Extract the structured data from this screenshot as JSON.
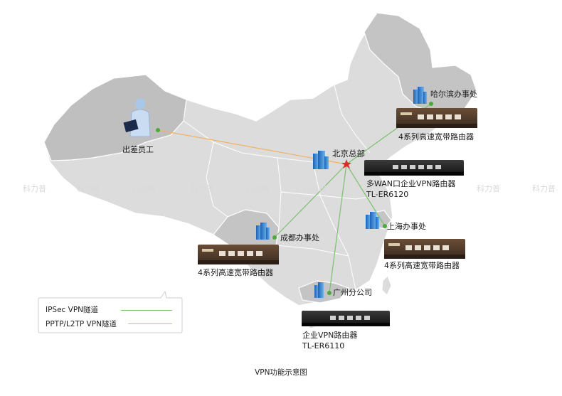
{
  "nodes": {
    "hq": "北京总部",
    "harbin": "哈尔滨办事处",
    "traveler": "出差员工",
    "chengdu": "成都办事处",
    "shanghai": "上海办事处",
    "guangzhou": "广州分公司"
  },
  "devices": {
    "harbin_router": "4系列高速宽带路由器",
    "hq_router_line1": "多WAN口企业VPN路由器",
    "hq_router_line2": "TL-ER6120",
    "chengdu_router": "4系列高速宽带路由器",
    "shanghai_router": "4系列高速宽带路由器",
    "guangzhou_router_line1": "企业VPN路由器",
    "guangzhou_router_line2": "TL-ER6110"
  },
  "legend": {
    "ipsec": "IPSec VPN隧道",
    "pptp": "PPTP/L2TP VPN隧道",
    "ipsec_color": "#7cbf6e",
    "pptp_color": "#f0b165"
  },
  "watermark": "科力普",
  "caption": "VPN功能示意图"
}
